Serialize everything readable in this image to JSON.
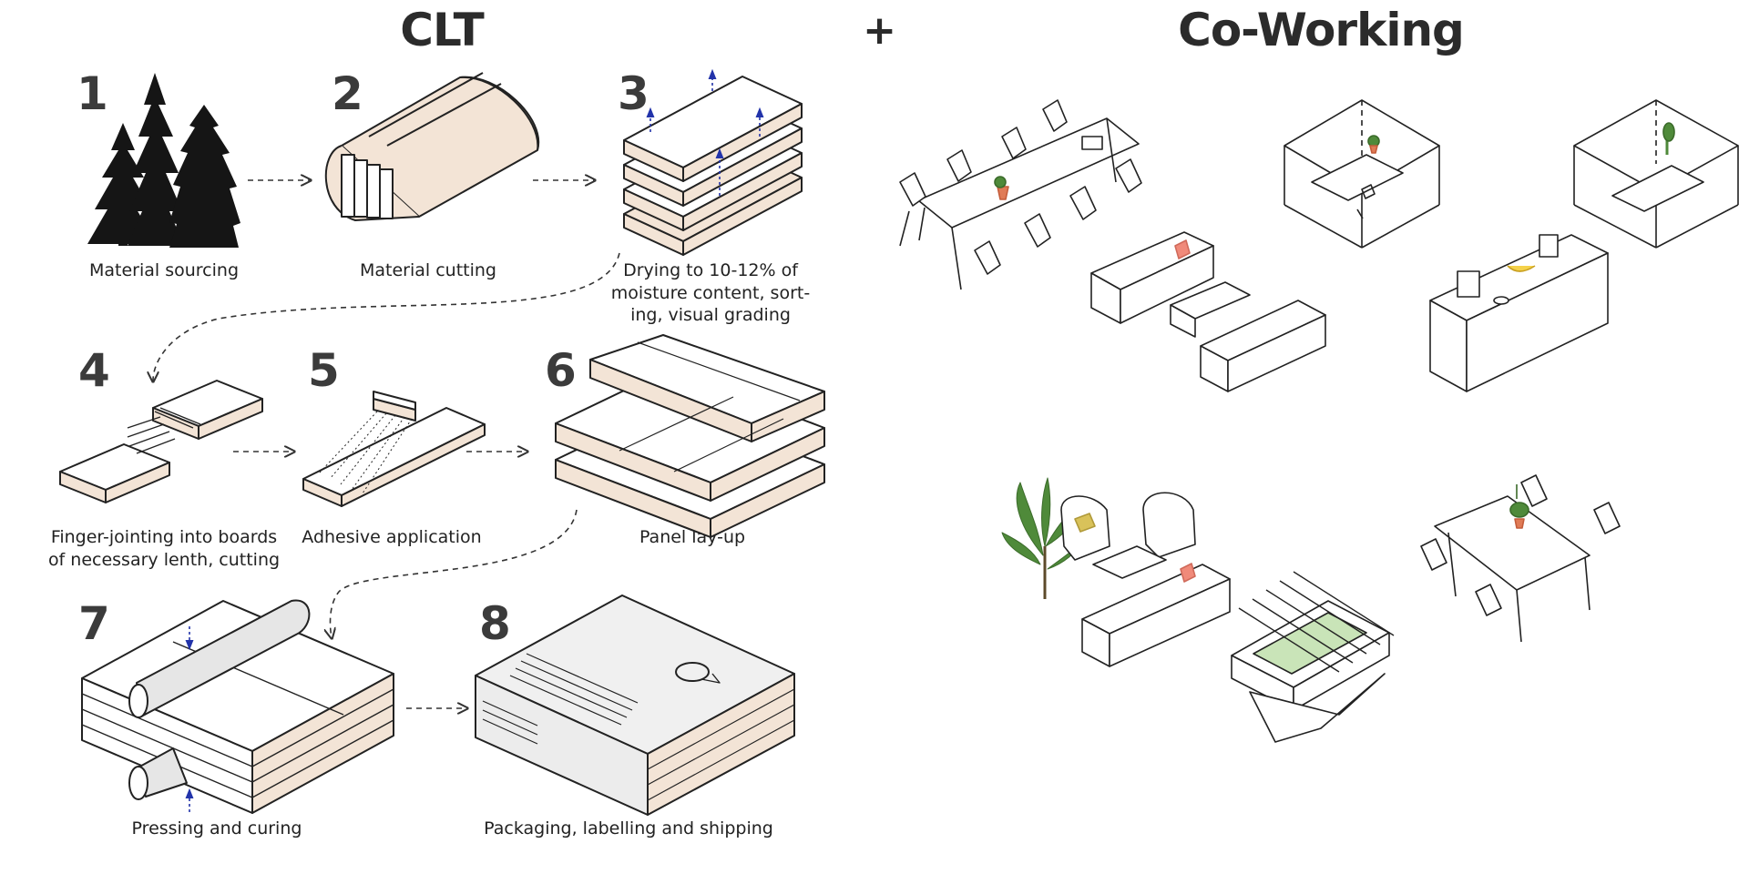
{
  "header": {
    "left_title": "CLT",
    "plus": "+",
    "right_title": "Co-Working"
  },
  "colors": {
    "wood": "#f3e4d6",
    "line": "#222222",
    "arrow_blue": "#2233aa",
    "panel_gray": "#f0f0f0",
    "table_green": "#c9e4b8",
    "cushion_red": "#f08a7a",
    "cushion_yellow": "#d9c25a",
    "plant_green": "#4f8a3a"
  },
  "steps": [
    {
      "number": "1",
      "caption": "Material sourcing",
      "icon": "tree-silhouettes-icon"
    },
    {
      "number": "2",
      "caption": "Material cutting",
      "icon": "log-cutting-icon"
    },
    {
      "number": "3",
      "caption": "Drying to 10-12% of moisture content, sort-ing, visual grading",
      "lines": [
        "Drying to 10-12% of",
        "moisture content, sort-",
        "ing, visual grading"
      ],
      "icon": "stacked-boards-icon"
    },
    {
      "number": "4",
      "caption": "Finger-jointing into boards of necessary lenth, cutting",
      "lines": [
        "Finger-jointing into boards",
        "of necessary lenth, cutting"
      ],
      "icon": "finger-joint-icon"
    },
    {
      "number": "5",
      "caption": "Adhesive application",
      "icon": "adhesive-icon"
    },
    {
      "number": "6",
      "caption": "Panel lay-up",
      "icon": "panel-layup-icon"
    },
    {
      "number": "7",
      "caption": "Pressing and curing",
      "icon": "press-rollers-icon"
    },
    {
      "number": "8",
      "caption": "Packaging, labelling and shipping",
      "icon": "package-icon"
    }
  ],
  "coworking": [
    "meeting-table-icon",
    "sofa-lounge-icon",
    "private-office-icon",
    "meeting-room-icon",
    "kitchen-counter-icon",
    "lounge-chairs-icon",
    "foosball-table-icon",
    "dining-table-icon"
  ]
}
